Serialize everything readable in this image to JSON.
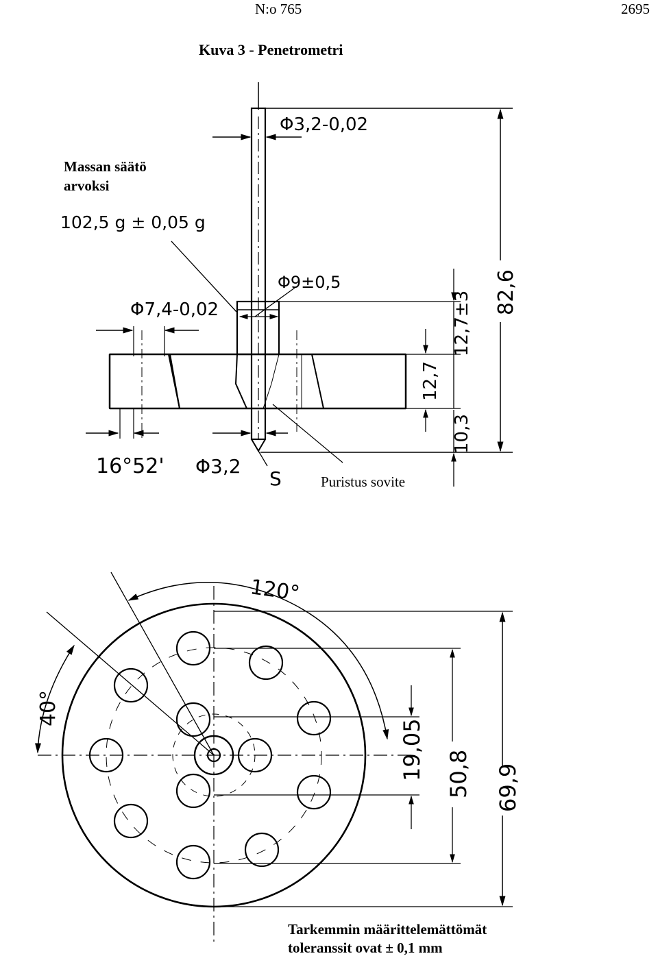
{
  "header": {
    "doc_number": "N:o 765",
    "page_number": "2695"
  },
  "figure": {
    "title": "Kuva 3 - Penetrometri"
  },
  "side_view": {
    "mass_label_line1": "Massan säätö",
    "mass_label_line2": "arvoksi",
    "mass_value": "102,5 g ± 0,05 g",
    "dim_needle_diameter": "Φ3,2-0,02",
    "dim_collar_diameter": "Φ9±0,5",
    "dim_hole_diameter": "Φ7,4-0,02",
    "dim_plate_thickness": "12,7",
    "dim_collar_offset": "12,7±3",
    "dim_tip_length": "10,3",
    "dim_total_height": "82,6",
    "dim_angle": "16°52'",
    "dim_pin_diameter": "Φ3,2",
    "label_s": "S",
    "press_fit_label": "Puristus sovite"
  },
  "top_view": {
    "dim_angle_120": "120°",
    "dim_angle_40": "40°",
    "dim_19_05": "19,05",
    "dim_50_8": "50,8",
    "dim_69_9": "69,9"
  },
  "footer_note": {
    "line1": "Tarkemmin määrittelemättömät",
    "line2": "toleranssit ovat ± 0,1 mm"
  }
}
